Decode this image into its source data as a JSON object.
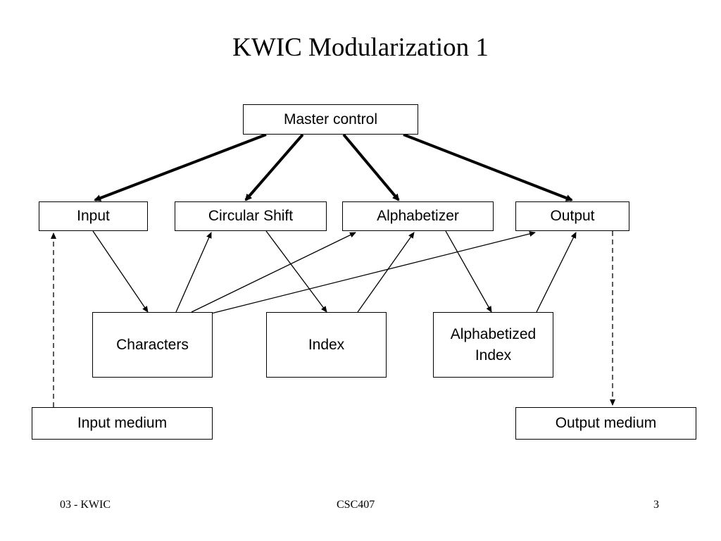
{
  "slide": {
    "title": "KWIC Modularization 1",
    "footer_left": "03 - KWIC",
    "footer_center": "CSC407",
    "footer_right": "3"
  },
  "modules": {
    "master_control": "Master control",
    "input": "Input",
    "circular_shift": "Circular Shift",
    "alphabetizer": "Alphabetizer",
    "output": "Output"
  },
  "data_stores": {
    "characters": "Characters",
    "index": "Index",
    "alphabetized_index": "Alphabetized\nIndex"
  },
  "media": {
    "input_medium": "Input medium",
    "output_medium": "Output medium"
  }
}
